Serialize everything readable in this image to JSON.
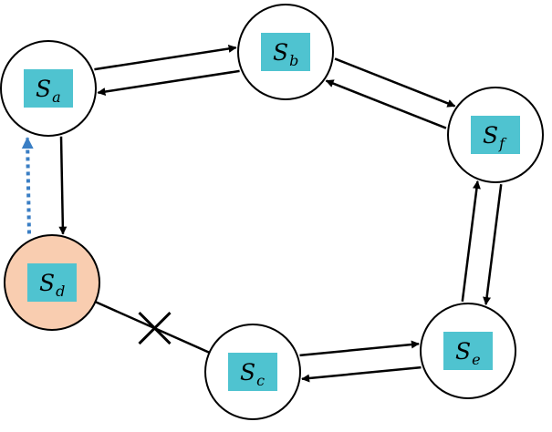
{
  "nodes": [
    {
      "id": "a",
      "symbol": "S",
      "sub": "a",
      "fill": "#ffffff"
    },
    {
      "id": "b",
      "symbol": "S",
      "sub": "b",
      "fill": "#ffffff"
    },
    {
      "id": "f",
      "symbol": "S",
      "sub": "f",
      "fill": "#ffffff"
    },
    {
      "id": "e",
      "symbol": "S",
      "sub": "e",
      "fill": "#ffffff"
    },
    {
      "id": "c",
      "symbol": "S",
      "sub": "c",
      "fill": "#ffffff"
    },
    {
      "id": "d",
      "symbol": "S",
      "sub": "d",
      "fill": "#f9cdb0"
    }
  ],
  "edges": [
    {
      "from": "a",
      "to": "b",
      "style": "solid"
    },
    {
      "from": "b",
      "to": "a",
      "style": "solid"
    },
    {
      "from": "b",
      "to": "f",
      "style": "solid"
    },
    {
      "from": "f",
      "to": "b",
      "style": "solid"
    },
    {
      "from": "f",
      "to": "e",
      "style": "solid"
    },
    {
      "from": "e",
      "to": "f",
      "style": "solid"
    },
    {
      "from": "c",
      "to": "e",
      "style": "solid"
    },
    {
      "from": "e",
      "to": "c",
      "style": "solid"
    },
    {
      "from": "a",
      "to": "d",
      "style": "solid"
    },
    {
      "from": "d",
      "to": "a",
      "style": "dotted"
    }
  ],
  "broken_links": [
    {
      "from": "d",
      "to": "c",
      "marker": "cross"
    }
  ],
  "colors": {
    "label_box": "#4fc3d0",
    "edge": "#000000",
    "dotted_edge": "#3a7ec4",
    "highlight_node": "#f9cdb0"
  }
}
